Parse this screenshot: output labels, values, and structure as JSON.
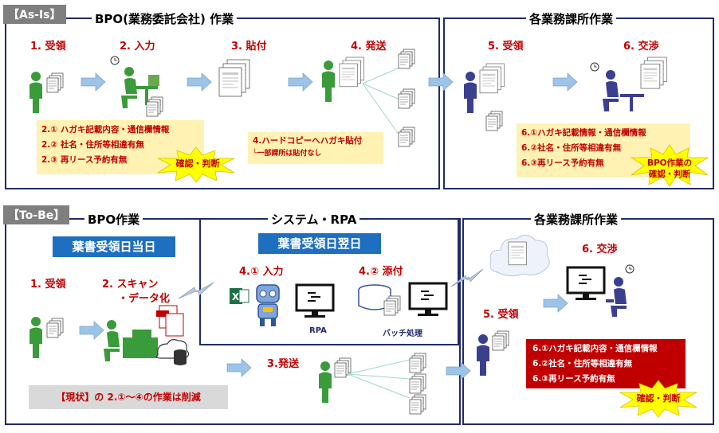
{
  "asis": {
    "tag": "【As-Is】",
    "bpo_title": "BPO(業務委託会社) 作業",
    "dept_title": "各業務課所作業",
    "steps": {
      "s1": "1. 受領",
      "s2": "2. 入力",
      "s3": "3. 貼付",
      "s4": "4. 発送",
      "s5": "5. 受領",
      "s6": "6. 交渉"
    },
    "note_bpo": {
      "line1": "2.① ハガキ記載内容・通信欄情報",
      "line2": "2.② 社名・住所等相違有無",
      "line3": "2.③ 再リース予約有無"
    },
    "burst_bpo": "確認・判断",
    "note_copy": {
      "line1": "4.ハードコピーへハガキ貼付",
      "line2": "└一部課所は貼付なし"
    },
    "note_dept": {
      "line1": "6.①ハガキ記載情報・通信欄情報",
      "line2": "6.②社名・住所等相違有無",
      "line3": "6.③再リース予約有無"
    },
    "burst_dept_line1": "BPO作業の",
    "burst_dept_line2": "確認・判断"
  },
  "tobe": {
    "tag": "【To-Be】",
    "bpo_title": "BPO作業",
    "system_title": "システム・RPA",
    "dept_title": "各業務課所作業",
    "banner_bpo": "葉書受領日当日",
    "banner_system": "葉書受領日翌日",
    "steps": {
      "s1": "1. 受領",
      "s2_line1": "2. スキャン",
      "s2_line2": "・データ化",
      "s41": "4.① 入力",
      "s42": "4.② 添付",
      "s3": "3.発送",
      "s5": "5. 受領",
      "s6": "6. 交渉"
    },
    "rpa_label": "RPA",
    "batch_label": "バッチ処理",
    "current_note": "【現状】の 2.①～④の作業は削減",
    "note_dept": {
      "line1": "6.①ハガキ記載内容・通信欄情報",
      "line2": "6.②社名・住所等相違有無",
      "line3": "6.③再リース予約有無"
    },
    "burst_dept": "確認・判断"
  },
  "colors": {
    "frame": "#1f2a6b",
    "step_red": "#c00000",
    "banner_blue": "#1f6fc0",
    "arrow": "#9dc3e6",
    "person_green": "#3a9b3a",
    "person_navy": "#3b3f8f",
    "burst_yellow": "#ffff00",
    "note_yellow": "#fff2b3",
    "tag_gray": "#7f7f7f"
  }
}
